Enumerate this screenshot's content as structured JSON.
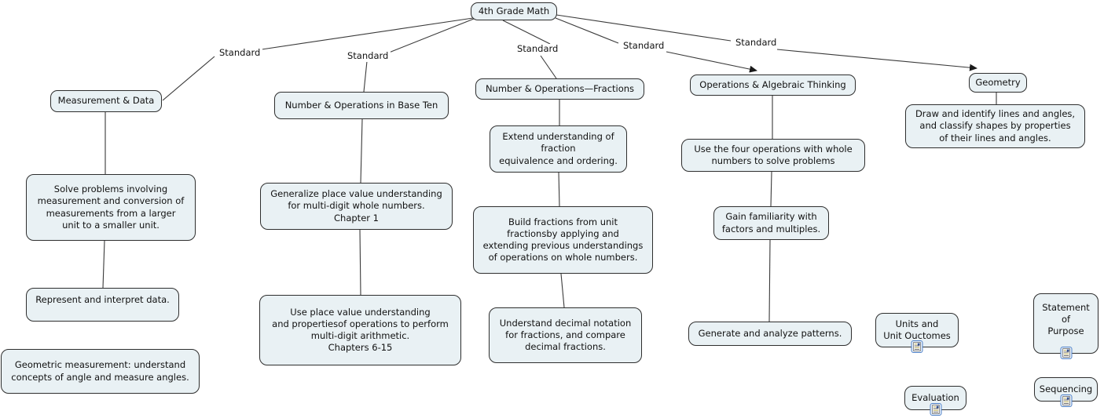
{
  "root": {
    "label": "4th Grade Math"
  },
  "links": {
    "labels": [
      "Standard",
      "Standard",
      "Standard",
      "Standard",
      "Standard"
    ]
  },
  "nodes": {
    "measurement_data": {
      "label": "Measurement & Data"
    },
    "solve_problems": {
      "label": "Solve problems involving\nmeasurement and conversion of\nmeasurements from a larger\nunit to a smaller unit."
    },
    "represent_data": {
      "label": "Represent and interpret data."
    },
    "geometric_measurement": {
      "label": "Geometric measurement: understand\nconcepts of angle and measure angles."
    },
    "base_ten": {
      "label": "Number & Operations in Base Ten"
    },
    "generalize_place_value": {
      "label": "Generalize place value understanding\nfor multi-digit whole numbers.\nChapter 1"
    },
    "use_place_value": {
      "label": "Use place value understanding\nand propertiesof operations to perform\nmulti-digit arithmetic.\nChapters 6-15"
    },
    "fractions": {
      "label": "Number & Operations—Fractions"
    },
    "extend_understanding": {
      "label": "Extend understanding of\nfraction\nequivalence and ordering."
    },
    "build_fractions": {
      "label": "Build fractions from unit\nfractionsby applying and\nextending previous understandings\nof operations on whole numbers."
    },
    "understand_decimal": {
      "label": "Understand decimal notation\nfor fractions, and compare\ndecimal fractions."
    },
    "operations_algebraic": {
      "label": "Operations & Algebraic Thinking"
    },
    "use_four_operations": {
      "label": "Use the four operations with whole\nnumbers to solve problems"
    },
    "gain_familiarity": {
      "label": "Gain familiarity with\nfactors and multiples."
    },
    "generate_patterns": {
      "label": "Generate and analyze patterns."
    },
    "geometry": {
      "label": "Geometry"
    },
    "draw_identify": {
      "label": "Draw and identify lines and angles,\nand classify shapes by properties\nof their lines and angles."
    },
    "units_outcomes": {
      "label": "Units and\nUnit Ouctomes",
      "icon": "document-resource-icon"
    },
    "statement_purpose": {
      "label": "Statement\nof\nPurpose",
      "icon": "document-resource-icon"
    },
    "evaluation": {
      "label": "Evaluation",
      "icon": "document-resource-icon"
    },
    "sequencing": {
      "label": "Sequencing",
      "icon": "document-resource-icon"
    }
  },
  "colors": {
    "node_fill": "#e9f1f4",
    "node_border": "#2e2e2e",
    "connector": "#3a3a3a",
    "icon_border": "#4f81c7",
    "icon_accent": "#334f8d"
  }
}
